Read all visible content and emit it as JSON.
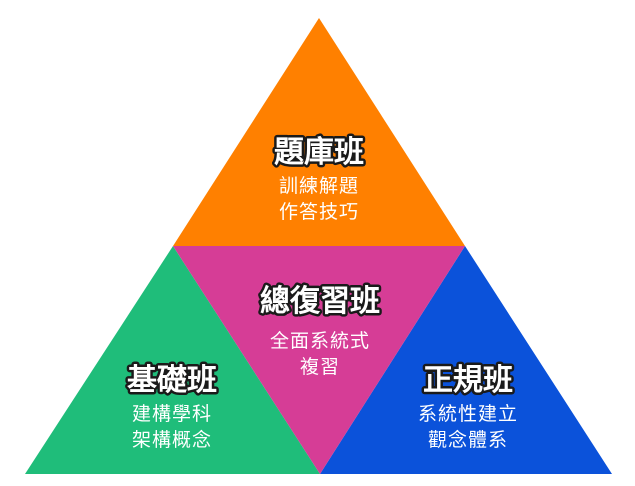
{
  "diagram": {
    "top": {
      "title": "題庫班",
      "line1": "訓練解題",
      "line2": "作答技巧",
      "color": "#ff8000"
    },
    "center": {
      "title": "總復習班",
      "line1": "全面系統式",
      "line2": "複習",
      "color": "#d63d96"
    },
    "left": {
      "title": "基礎班",
      "line1": "建構學科",
      "line2": "架構概念",
      "color": "#1fbd7a"
    },
    "right": {
      "title": "正規班",
      "line1": "系統性建立",
      "line2": "觀念體系",
      "color": "#0b52da"
    }
  }
}
